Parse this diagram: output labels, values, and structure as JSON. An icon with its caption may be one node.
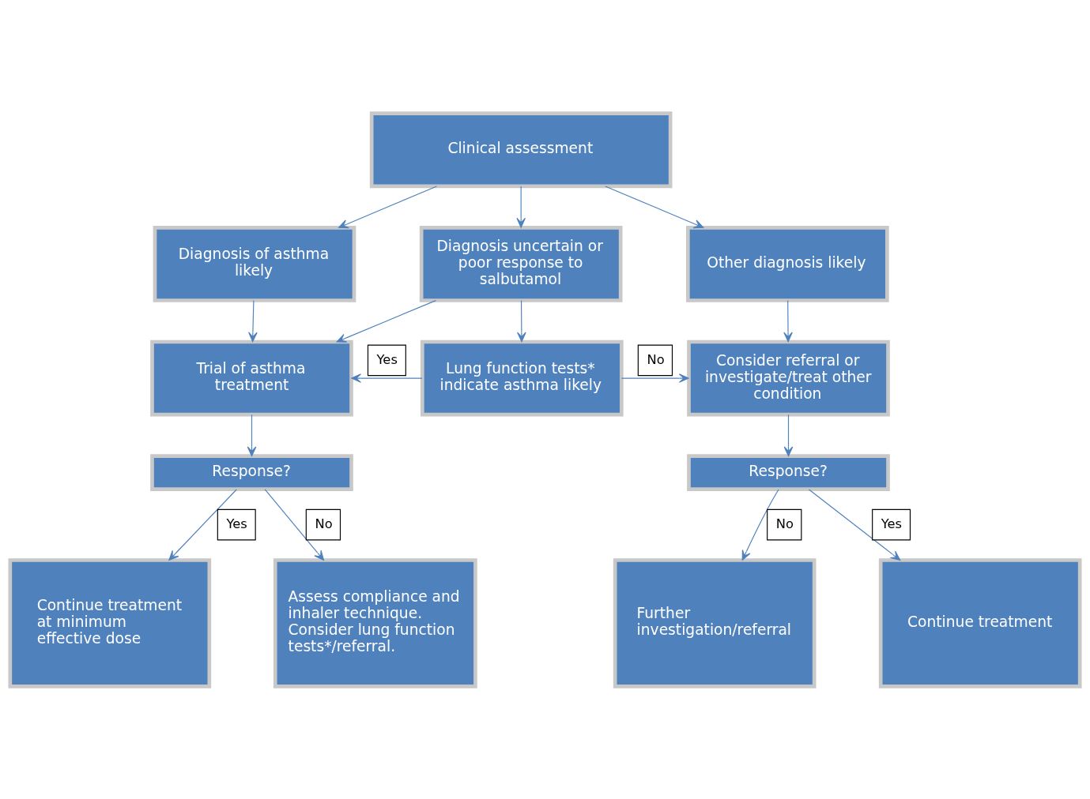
{
  "diagram": {
    "nodes": [
      {
        "text": [
          "Clinical assessment"
        ]
      },
      {
        "text": [
          "Diagnosis of asthma likely"
        ]
      },
      {
        "text": [
          "Diagnosis uncertain or poor response to salbutamol"
        ]
      },
      {
        "text": [
          "Other diagnosis likely"
        ]
      },
      {
        "text": [
          "Trial of asthma treatment"
        ]
      },
      {
        "text": [
          "Lung function tests* indicate asthma likely"
        ]
      },
      {
        "text": [
          "Consider referral or investigate/treat other condition"
        ]
      },
      {
        "text": [
          "Response?"
        ]
      },
      {
        "text": [
          "Response?"
        ]
      },
      {
        "text": [
          "Continue treatment at minimum effective dose"
        ]
      },
      {
        "text": [
          "Assess compliance and inhaler technique. Consider lung function tests*/referral."
        ]
      },
      {
        "text": [
          "Further investigation/referral"
        ]
      },
      {
        "text": [
          "Continue treatment"
        ]
      }
    ],
    "edges": [
      {
        "from": 0,
        "to": 1,
        "arrow": "to"
      },
      {
        "from": 0,
        "to": 2,
        "arrow": "to"
      },
      {
        "from": 0,
        "to": 3,
        "arrow": "to"
      },
      {
        "from": 1,
        "to": 4,
        "arrow": "to"
      },
      {
        "from": 2,
        "to": 4,
        "arrow": "to"
      },
      {
        "from": 2,
        "to": 5,
        "arrow": "to"
      },
      {
        "from": 3,
        "to": 6,
        "arrow": "to"
      },
      {
        "from": 5,
        "to": 4,
        "arrow": "to",
        "label": "Yes"
      },
      {
        "from": 5,
        "to": 6,
        "arrow": "to",
        "label": "No"
      },
      {
        "from": 4,
        "to": 7,
        "arrow": "to"
      },
      {
        "from": 6,
        "to": 8,
        "arrow": "to"
      },
      {
        "from": 7,
        "to": 9,
        "arrow": "to",
        "label": "Yes"
      },
      {
        "from": 7,
        "to": 10,
        "arrow": "to",
        "label": "No"
      },
      {
        "from": 8,
        "to": 11,
        "arrow": "to",
        "label": "No"
      },
      {
        "from": 8,
        "to": 12,
        "arrow": "to",
        "label": "Yes"
      }
    ]
  }
}
